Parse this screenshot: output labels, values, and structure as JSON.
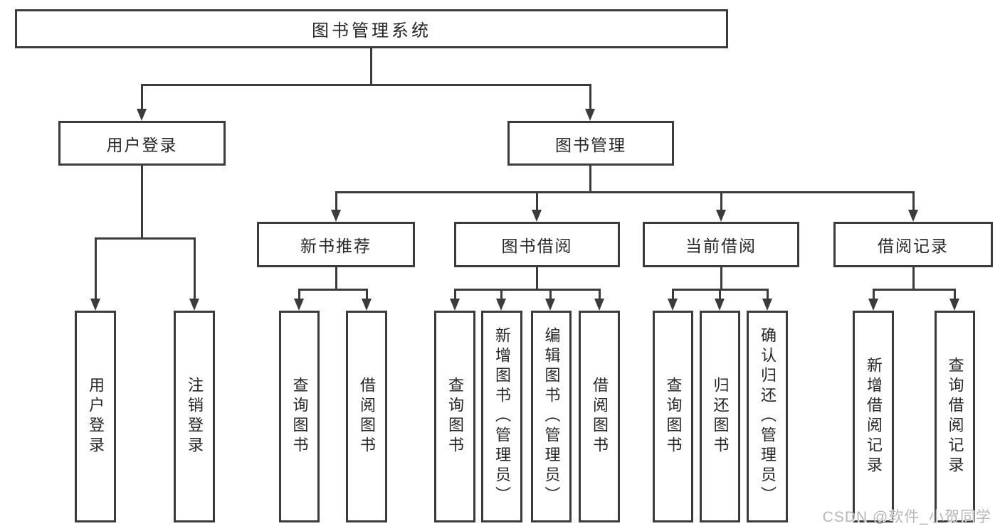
{
  "tree": {
    "label": "图书管理系统",
    "children": [
      {
        "label": "用户登录",
        "children": [
          {
            "label": "用户登录"
          },
          {
            "label": "注销登录"
          }
        ]
      },
      {
        "label": "图书管理",
        "children": [
          {
            "label": "新书推荐",
            "children": [
              {
                "label": "查询图书"
              },
              {
                "label": "借阅图书"
              }
            ]
          },
          {
            "label": "图书借阅",
            "children": [
              {
                "label": "查询图书"
              },
              {
                "label": "新增图书（管理员）"
              },
              {
                "label": "编辑图书（管理员）"
              },
              {
                "label": "借阅图书"
              }
            ]
          },
          {
            "label": "当前借阅",
            "children": [
              {
                "label": "查询图书"
              },
              {
                "label": "归还图书"
              },
              {
                "label": "确认归还（管理员）"
              }
            ]
          },
          {
            "label": "借阅记录",
            "children": [
              {
                "label": "新增借阅记录"
              },
              {
                "label": "查询借阅记录"
              }
            ]
          }
        ]
      }
    ]
  },
  "watermark": {
    "text": "CSDN @软件_小贺同学"
  },
  "colors": {
    "line": "#3b3b3b",
    "text": "#262626",
    "watermark": "#b6b6b6",
    "background": "#ffffff"
  }
}
